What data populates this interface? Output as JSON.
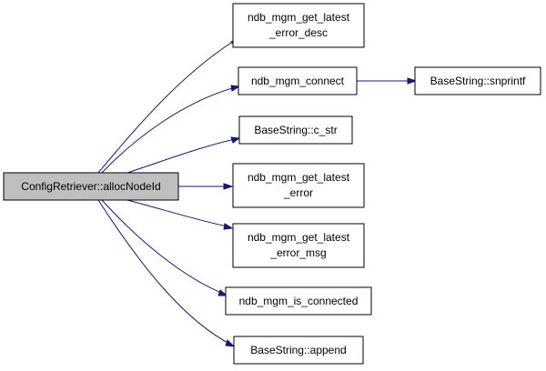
{
  "graph": {
    "root": {
      "lines": [
        "ConfigRetriever::allocNodeId"
      ],
      "fill": "#bfbfbf"
    },
    "callees": [
      {
        "key": "get_latest_error_desc",
        "lines": [
          "ndb_mgm_get_latest",
          "_error_desc"
        ]
      },
      {
        "key": "connect",
        "lines": [
          "ndb_mgm_connect"
        ]
      },
      {
        "key": "snprintf",
        "lines": [
          "BaseString::snprintf"
        ]
      },
      {
        "key": "c_str",
        "lines": [
          "BaseString::c_str"
        ]
      },
      {
        "key": "get_latest_error",
        "lines": [
          "ndb_mgm_get_latest",
          "_error"
        ]
      },
      {
        "key": "get_latest_error_msg",
        "lines": [
          "ndb_mgm_get_latest",
          "_error_msg"
        ]
      },
      {
        "key": "is_connected",
        "lines": [
          "ndb_mgm_is_connected"
        ]
      },
      {
        "key": "append",
        "lines": [
          "BaseString::append"
        ]
      }
    ],
    "colors": {
      "edge": "#191970",
      "node_fill": "#ffffff",
      "node_border": "#000000",
      "root_fill": "#bfbfbf"
    }
  }
}
